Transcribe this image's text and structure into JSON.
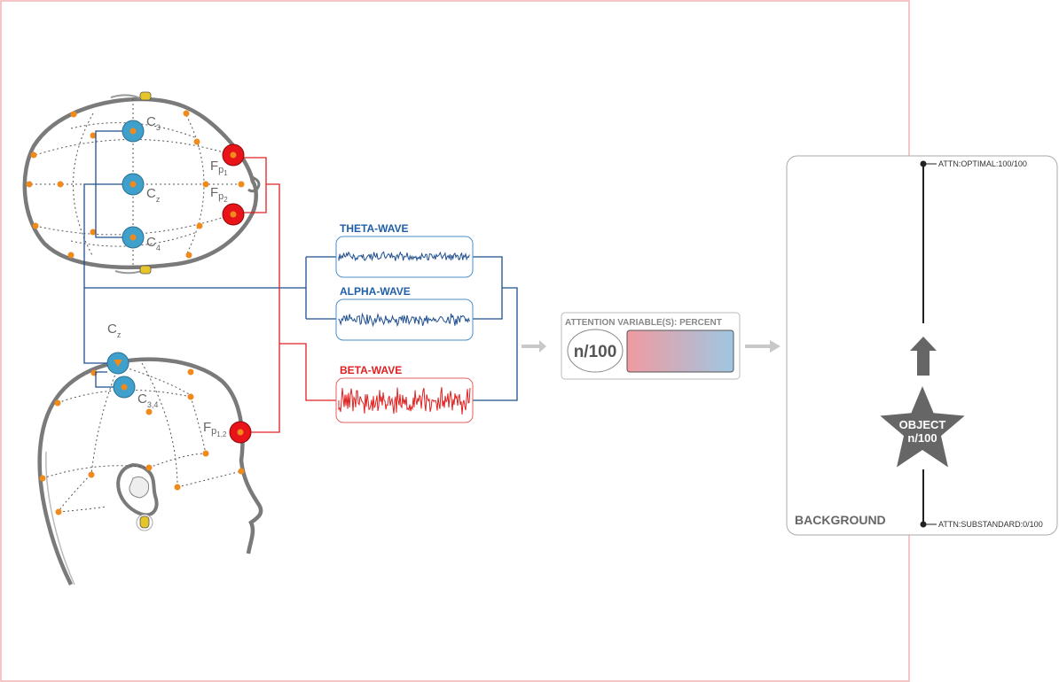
{
  "head_top": {
    "electrodes": {
      "c3": {
        "base": "C",
        "sub": "3"
      },
      "cz": {
        "base": "C",
        "sub": "z"
      },
      "c4": {
        "base": "C",
        "sub": "4"
      },
      "fp1": {
        "base": "F",
        "sub1": "p",
        "sub2": "1"
      },
      "fp2": {
        "base": "F",
        "sub1": "p",
        "sub2": "2"
      }
    }
  },
  "head_side": {
    "electrodes": {
      "cz": {
        "base": "C",
        "sub": "z"
      },
      "c34": {
        "base": "C",
        "sub": "3,4"
      },
      "fp12": {
        "base": "F",
        "sub1": "p",
        "sub2": "1,2"
      }
    }
  },
  "waves": [
    {
      "label": "THETA-WAVE",
      "color": "#1f5fa8"
    },
    {
      "label": "ALPHA-WAVE",
      "color": "#1f5fa8"
    },
    {
      "label": "BETA-WAVE",
      "color": "#e02020"
    }
  ],
  "attention": {
    "title": "ATTENTION VARIABLE(S): PERCENT",
    "value": "n/100",
    "gradient_start": "#f19aa0",
    "gradient_end": "#9ec7e2"
  },
  "screen": {
    "background_label": "BACKGROUND",
    "object_line1": "OBJECT",
    "object_line2": "n/100",
    "attn_optimal": "ATTN:OPTIMAL:100/100",
    "attn_substandard": "ATTN:SUBSTANDARD:0/100"
  },
  "colors": {
    "blue_electrode": "#3fa0cc",
    "red_electrode": "#e8141a",
    "orange_point": "#f08a1c",
    "wire_blue": "#1f4f8f",
    "wire_red": "#e02020",
    "frame": "#f1b3b3"
  }
}
